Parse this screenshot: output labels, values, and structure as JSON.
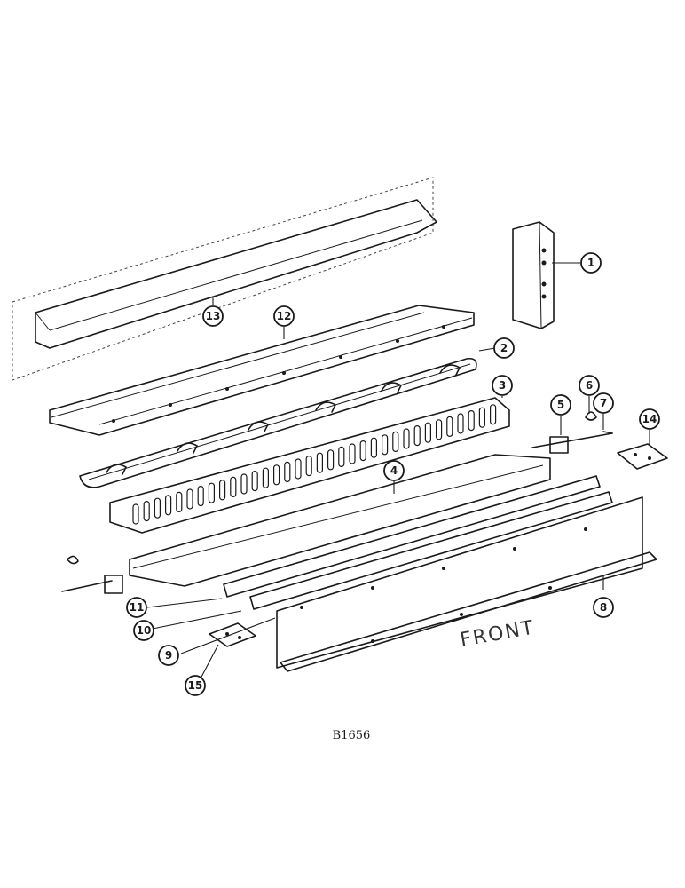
{
  "diagram": {
    "drawing_code": "B1656",
    "handwritten_label": "FRONT",
    "callouts": [
      "1",
      "2",
      "3",
      "4",
      "5",
      "6",
      "7",
      "8",
      "9",
      "10",
      "11",
      "12",
      "13",
      "14",
      "15"
    ]
  }
}
